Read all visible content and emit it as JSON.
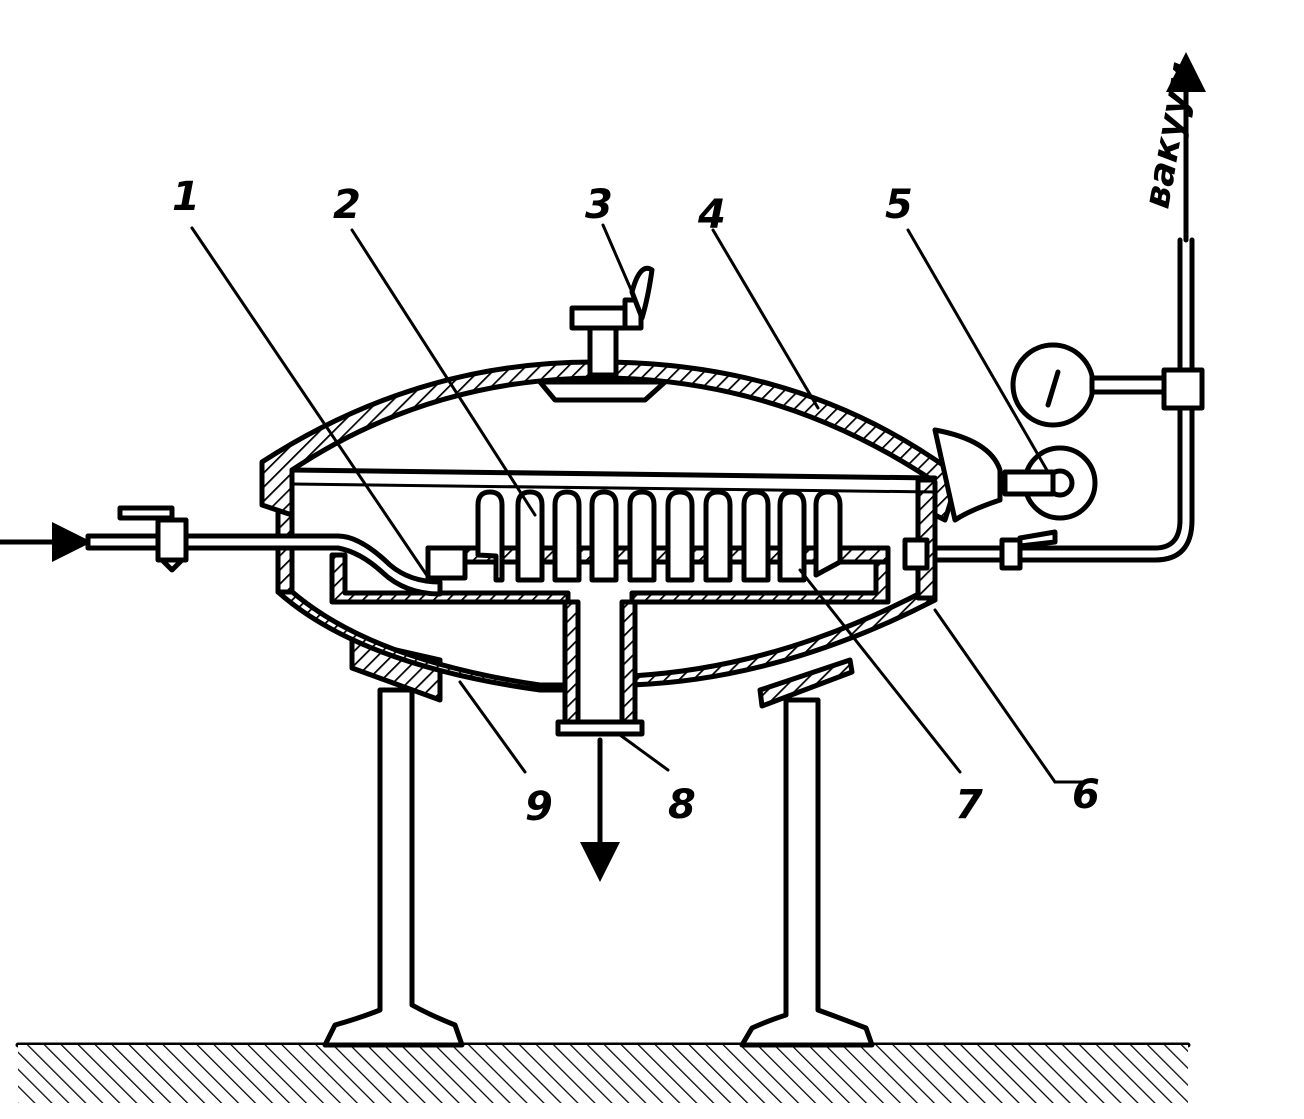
{
  "diagram": {
    "callouts": [
      "1",
      "2",
      "3",
      "4",
      "5",
      "6",
      "7",
      "8",
      "9"
    ],
    "vacuum_label": "вакуум"
  }
}
